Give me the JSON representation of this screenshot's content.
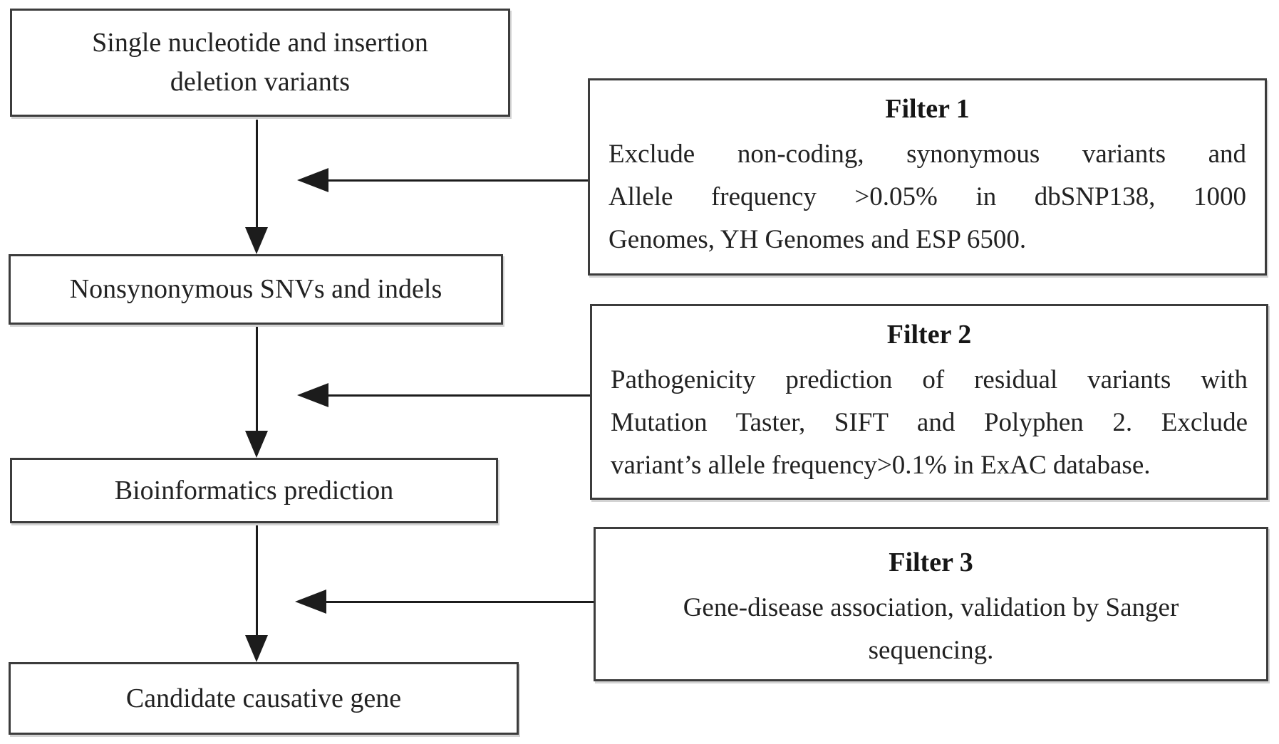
{
  "figure": {
    "type": "flowchart",
    "flow": [
      {
        "lines": [
          "Single nucleotide and insertion",
          "deletion variants"
        ]
      },
      {
        "lines": [
          "Nonsynonymous SNVs and indels"
        ]
      },
      {
        "lines": [
          "Bioinformatics prediction"
        ]
      },
      {
        "lines": [
          "Candidate causative gene"
        ]
      }
    ],
    "filters": [
      {
        "title": "Filter 1",
        "lines": [
          "Exclude non-coding, synonymous variants and",
          "Allele frequency >0.05% in dbSNP138, 1000",
          "Genomes, YH Genomes and ESP 6500."
        ]
      },
      {
        "title": "Filter 2",
        "lines": [
          "Pathogenicity prediction of residual variants with",
          "Mutation Taster, SIFT and Polyphen 2. Exclude",
          "variant’s allele frequency>0.1% in ExAC database."
        ]
      },
      {
        "title": "Filter 3",
        "lines": [
          "Gene-disease association, validation by Sanger",
          "sequencing."
        ]
      }
    ],
    "colors": {
      "ink": "#1c1c1c",
      "box_border": "#3c3c3c",
      "background": "#ffffff"
    }
  }
}
